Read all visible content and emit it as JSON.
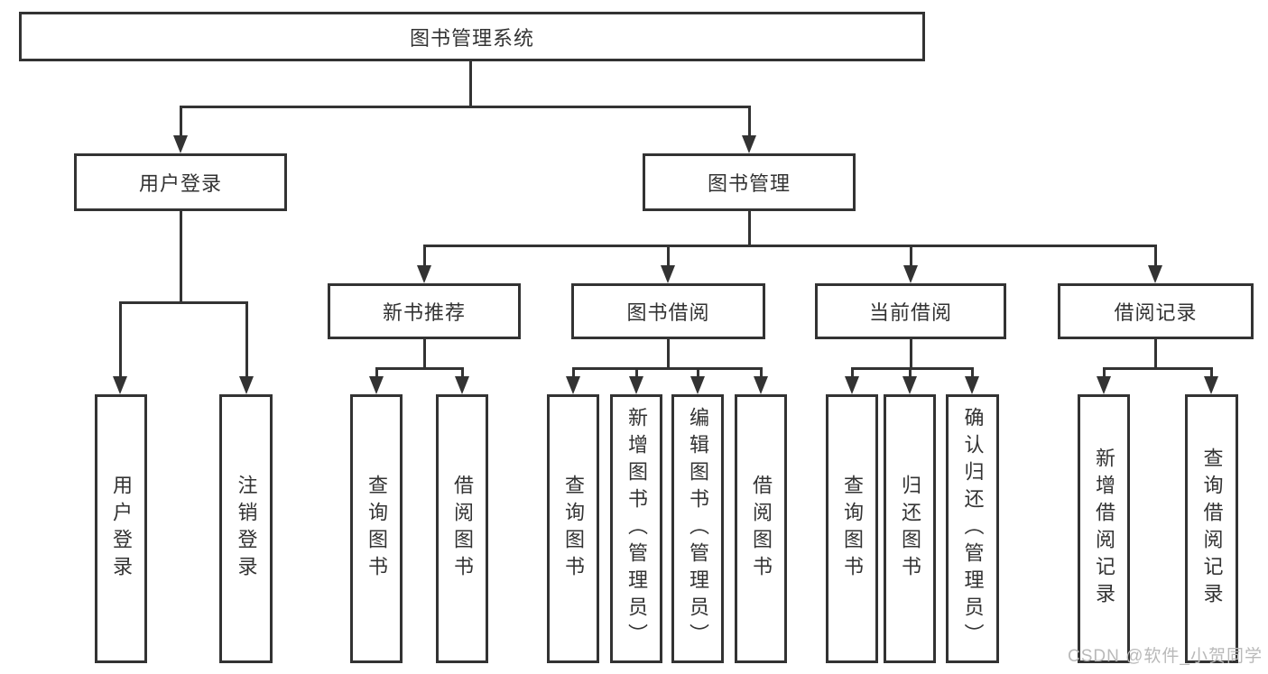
{
  "tree": {
    "root": "图书管理系统",
    "user_login": {
      "label": "用户登录",
      "children": [
        {
          "label": "用户登录"
        },
        {
          "label": "注销登录"
        }
      ]
    },
    "book_mgmt": {
      "label": "图书管理",
      "children": [
        {
          "label": "新书推荐",
          "children": [
            {
              "label": "查询图书"
            },
            {
              "label": "借阅图书"
            }
          ]
        },
        {
          "label": "图书借阅",
          "children": [
            {
              "label": "查询图书"
            },
            {
              "label": "新增图书（管理员）"
            },
            {
              "label": "编辑图书（管理员）"
            },
            {
              "label": "借阅图书"
            }
          ]
        },
        {
          "label": "当前借阅",
          "children": [
            {
              "label": "查询图书"
            },
            {
              "label": "归还图书"
            },
            {
              "label": "确认归还（管理员）"
            }
          ]
        },
        {
          "label": "借阅记录",
          "children": [
            {
              "label": "新增借阅记录"
            },
            {
              "label": "查询借阅记录"
            }
          ]
        }
      ]
    }
  },
  "watermark": {
    "text": "CSDN @软件_小贺同学"
  },
  "colors": {
    "line": "#333333",
    "text": "#333333",
    "watermark": "#b9b9b9"
  }
}
